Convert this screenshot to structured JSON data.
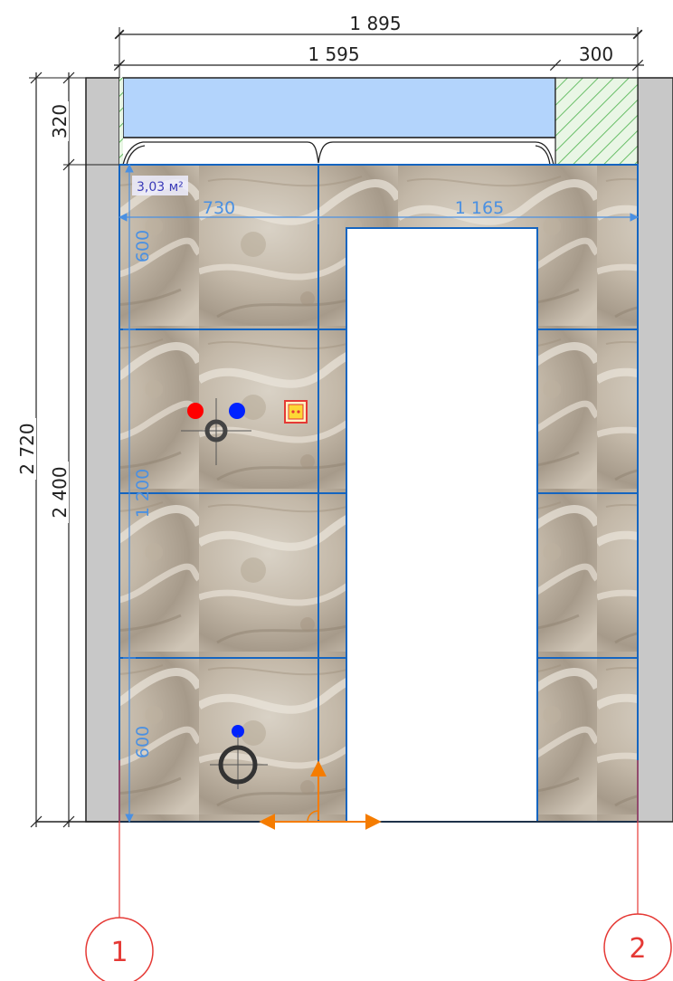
{
  "dimensions": {
    "total_width": "1 895",
    "width_left": "1 595",
    "width_right": "300",
    "top_height": "320",
    "total_height": "2 720",
    "wall_height": "2 400",
    "segment_left": "730",
    "segment_right": "1 165",
    "tile_top": "600",
    "tile_middle": "1 200",
    "tile_bottom": "600"
  },
  "area_label": "3,03 м²",
  "axes": [
    "1",
    "2"
  ],
  "colors": {
    "tile_line": "#1565c0",
    "blue_dim": "#4a90e2",
    "axis_red": "#e53935",
    "box_fill": "#b3d4fc",
    "hatch": "#6abf69",
    "wall_gray": "#c8c8c8",
    "hot_water": "#ff0000",
    "cold_water": "#0022ff",
    "origin_arrow": "#f57c00"
  },
  "fixtures": [
    "hot-water-outlet",
    "cold-water-outlet",
    "drain-pipe",
    "power-socket",
    "cold-water-outlet-bottom",
    "sewer-pipe"
  ]
}
